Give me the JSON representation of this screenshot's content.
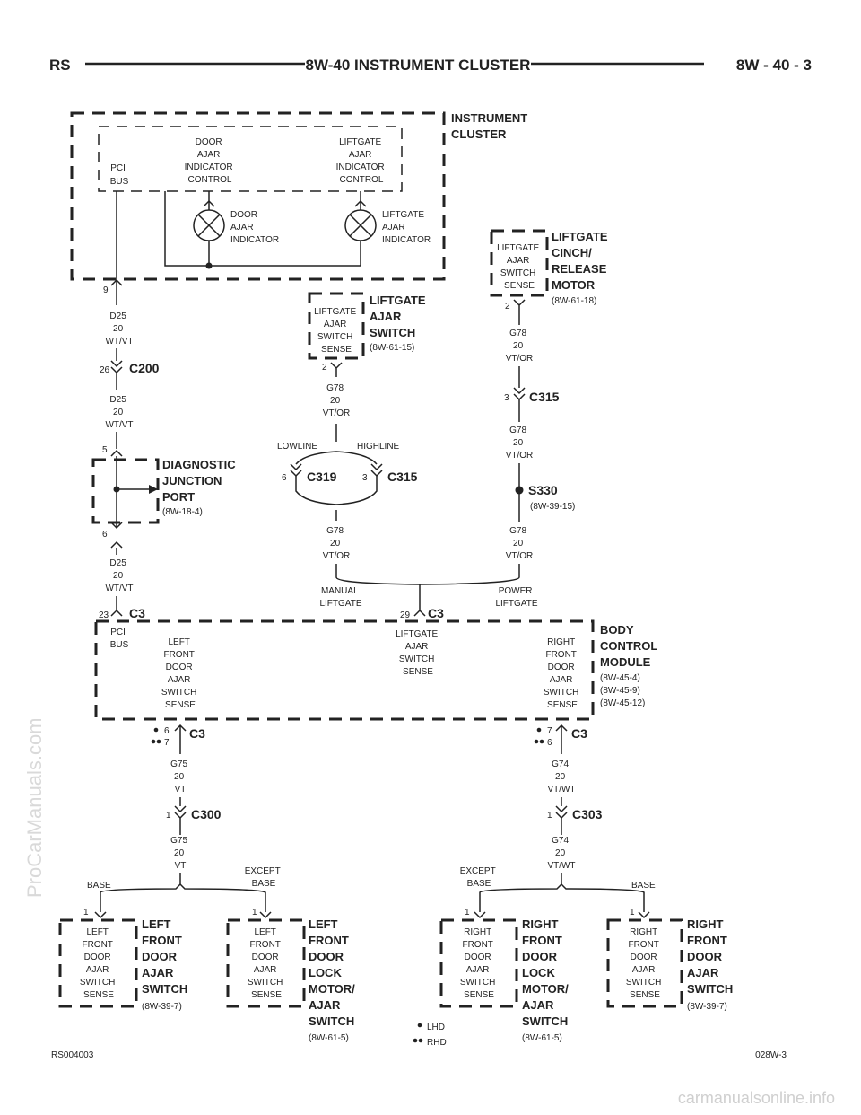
{
  "header": {
    "left": "RS",
    "title": "8W-40 INSTRUMENT CLUSTER",
    "right": "8W - 40 - 3"
  },
  "instrument_cluster": {
    "title": [
      "INSTRUMENT",
      "CLUSTER"
    ],
    "pci_bus": [
      "PCI",
      "BUS"
    ],
    "door_ajar_control": [
      "DOOR",
      "AJAR",
      "INDICATOR",
      "CONTROL"
    ],
    "liftgate_ajar_control": [
      "LIFTGATE",
      "AJAR",
      "INDICATOR",
      "CONTROL"
    ],
    "door_ajar_indicator": [
      "DOOR",
      "AJAR",
      "INDICATOR"
    ],
    "liftgate_ajar_indicator": [
      "LIFTGATE",
      "AJAR",
      "INDICATOR"
    ],
    "pin": "9"
  },
  "left_column": {
    "wire1": [
      "D25",
      "20",
      "WT/VT"
    ],
    "c200_pin": "26",
    "c200": "C200",
    "wire2": [
      "D25",
      "20",
      "WT/VT"
    ],
    "djp_pin_top": "5",
    "djp_pin_bottom": "6",
    "djp_title": [
      "DIAGNOSTIC",
      "JUNCTION",
      "PORT"
    ],
    "djp_ref": "(8W-18-4)",
    "wire3": [
      "D25",
      "20",
      "WT/VT"
    ],
    "c3_pin": "23",
    "c3": "C3"
  },
  "liftgate_switch": {
    "box": [
      "LIFTGATE",
      "AJAR",
      "SWITCH",
      "SENSE"
    ],
    "title": [
      "LIFTGATE",
      "AJAR",
      "SWITCH"
    ],
    "ref": "(8W-61-15)",
    "pin": "2",
    "wire": [
      "G78",
      "20",
      "VT/OR"
    ],
    "lowline": "LOWLINE",
    "highline": "HIGHLINE",
    "c319_pin": "6",
    "c319": "C319",
    "c315_pin": "3",
    "c315": "C315",
    "wire_lower": [
      "G78",
      "20",
      "VT/OR"
    ],
    "manual": [
      "MANUAL",
      "LIFTGATE"
    ]
  },
  "liftgate_motor": {
    "box": [
      "LIFTGATE",
      "AJAR",
      "SWITCH",
      "SENSE"
    ],
    "title": [
      "LIFTGATE",
      "CINCH/",
      "RELEASE",
      "MOTOR"
    ],
    "ref": "(8W-61-18)",
    "pin": "2",
    "wire1": [
      "G78",
      "20",
      "VT/OR"
    ],
    "c315_pin": "3",
    "c315": "C315",
    "wire2": [
      "G78",
      "20",
      "VT/OR"
    ],
    "s330": "S330",
    "s330_ref": "(8W-39-15)",
    "wire3": [
      "G78",
      "20",
      "VT/OR"
    ],
    "power": [
      "POWER",
      "LIFTGATE"
    ]
  },
  "bcm": {
    "c3_pin": "29",
    "c3": "C3",
    "title": [
      "BODY",
      "CONTROL",
      "MODULE"
    ],
    "refs": [
      "(8W-45-4)",
      "(8W-45-9)",
      "(8W-45-12)"
    ],
    "pci_bus": [
      "PCI",
      "BUS"
    ],
    "lf_sense": [
      "LEFT",
      "FRONT",
      "DOOR",
      "AJAR",
      "SWITCH",
      "SENSE"
    ],
    "lg_sense": [
      "LIFTGATE",
      "AJAR",
      "SWITCH",
      "SENSE"
    ],
    "rf_sense": [
      "RIGHT",
      "FRONT",
      "DOOR",
      "AJAR",
      "SWITCH",
      "SENSE"
    ]
  },
  "left_door": {
    "pin_lhd": "6",
    "pin_rhd": "7",
    "c3": "C3",
    "wire1": [
      "G75",
      "20",
      "VT"
    ],
    "c300_pin": "1",
    "c300": "C300",
    "wire2": [
      "G75",
      "20",
      "VT"
    ],
    "base": "BASE",
    "except_base": [
      "EXCEPT",
      "BASE"
    ],
    "sw1_pin": "1",
    "sw1_box": [
      "LEFT",
      "FRONT",
      "DOOR",
      "AJAR",
      "SWITCH",
      "SENSE"
    ],
    "sw1_title": [
      "LEFT",
      "FRONT",
      "DOOR",
      "AJAR",
      "SWITCH"
    ],
    "sw1_ref": "(8W-39-7)",
    "sw2_pin": "1",
    "sw2_box": [
      "LEFT",
      "FRONT",
      "DOOR",
      "AJAR",
      "SWITCH",
      "SENSE"
    ],
    "sw2_title": [
      "LEFT",
      "FRONT",
      "DOOR",
      "LOCK",
      "MOTOR/",
      "AJAR",
      "SWITCH"
    ],
    "sw2_ref": "(8W-61-5)"
  },
  "right_door": {
    "pin_lhd": "7",
    "pin_rhd": "6",
    "c3": "C3",
    "wire1": [
      "G74",
      "20",
      "VT/WT"
    ],
    "c303_pin": "1",
    "c303": "C303",
    "wire2": [
      "G74",
      "20",
      "VT/WT"
    ],
    "except_base": [
      "EXCEPT",
      "BASE"
    ],
    "base": "BASE",
    "sw1_pin": "1",
    "sw1_box": [
      "RIGHT",
      "FRONT",
      "DOOR",
      "AJAR",
      "SWITCH",
      "SENSE"
    ],
    "sw1_title": [
      "RIGHT",
      "FRONT",
      "DOOR",
      "LOCK",
      "MOTOR/",
      "AJAR",
      "SWITCH"
    ],
    "sw1_ref": "(8W-61-5)",
    "sw2_pin": "1",
    "sw2_box": [
      "RIGHT",
      "FRONT",
      "DOOR",
      "AJAR",
      "SWITCH",
      "SENSE"
    ],
    "sw2_title": [
      "RIGHT",
      "FRONT",
      "DOOR",
      "AJAR",
      "SWITCH"
    ],
    "sw2_ref": "(8W-39-7)"
  },
  "legend": {
    "lhd": "LHD",
    "rhd": "RHD"
  },
  "footer": {
    "left": "RS004003",
    "right": "028W-3"
  },
  "watermarks": {
    "side": "ProCarManuals.com",
    "bottom": "carmanualsonline.info"
  }
}
